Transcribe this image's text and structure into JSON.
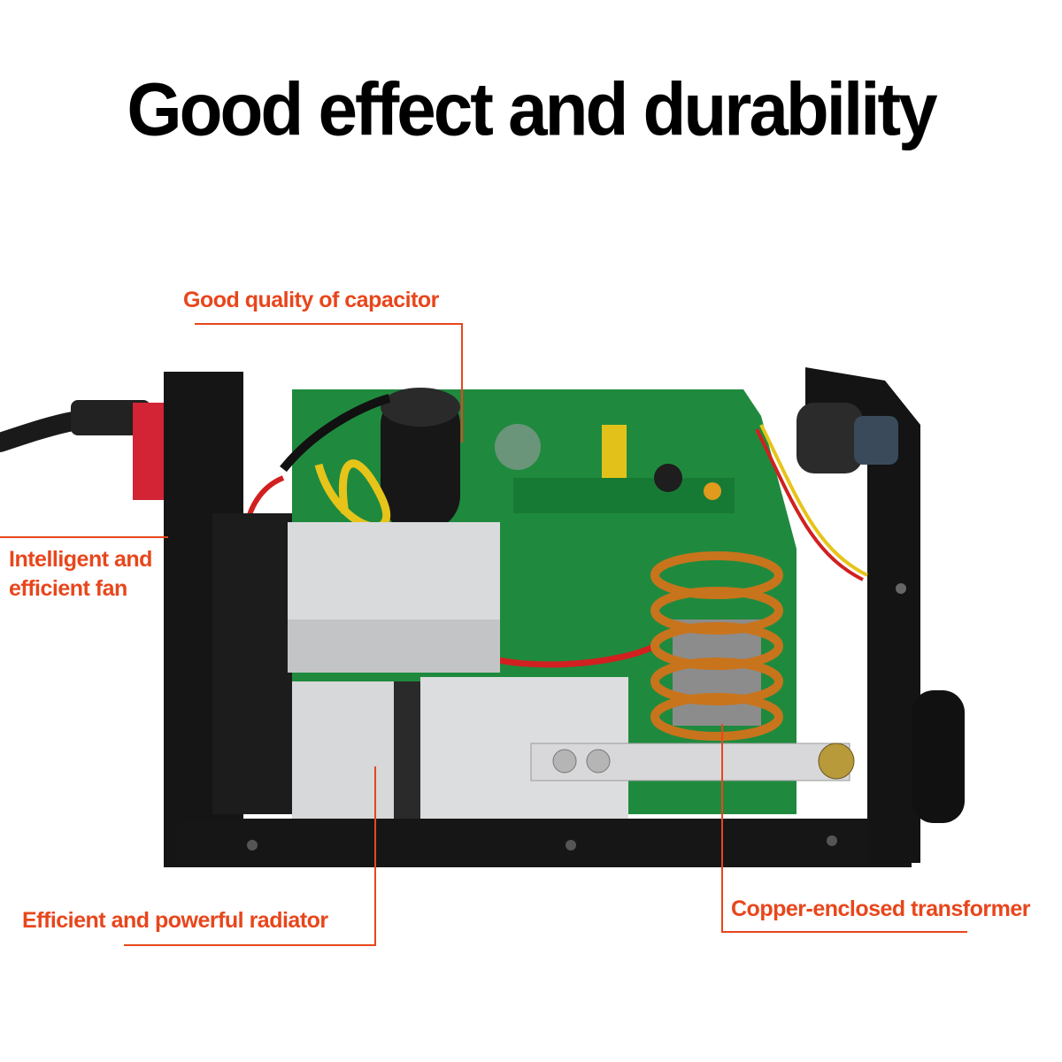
{
  "headline": "Good effect and durability",
  "callouts": {
    "capacitor": "Good quality of capacitor",
    "fan_line1": "Intelligent and",
    "fan_line2": "efficient fan",
    "radiator": "Efficient and powerful radiator",
    "transformer": "Copper-enclosed transformer"
  },
  "colors": {
    "callout_text": "#e8461c",
    "leader_line": "#e8461c",
    "headline_text": "#000000",
    "pcb_green": "#1f8a3e",
    "frame_black": "#111111",
    "heatsink_silver": "#d9dadc",
    "copper_coil": "#c8741c"
  }
}
